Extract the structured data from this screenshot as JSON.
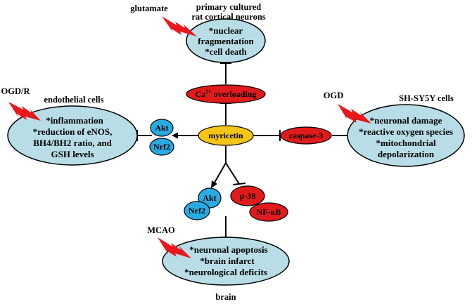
{
  "colors": {
    "effect_fill": "#b8dde6",
    "red_node": "#e01b1b",
    "blue_node": "#29abe2",
    "yellow_node": "#f5c518",
    "lightning": "#e8181c",
    "line": "#000000"
  },
  "center": {
    "label": "myricetin"
  },
  "top": {
    "context": [
      "primary cultured",
      "rat cortical neurons"
    ],
    "insult": "glutamate",
    "effects": [
      "*nuclear",
      "fragmentation",
      "*cell death"
    ],
    "mediator_main": "Ca",
    "mediator_sup": "2+",
    "mediator_rest": " overloading"
  },
  "left": {
    "context": "endothelial cells",
    "insult": "OGD/R",
    "activators": [
      "Akt",
      "Nrf2"
    ],
    "effects": [
      "*inflammation",
      "*reduction of eNOS,",
      "BH4/BH2 ratio, and",
      "GSH levels"
    ]
  },
  "right": {
    "context": "SH-SY5Y cells",
    "insult": "OGD",
    "mediator": "caspase-3",
    "effects": [
      "*neuronal damage",
      "*reactive oxygen species",
      "*mitochondrial",
      "depolarization"
    ]
  },
  "bottom": {
    "context": "brain",
    "insult": "MCAO",
    "activators": [
      "Akt",
      "Nrf2"
    ],
    "inhibited": [
      "p-38",
      "NF-κB"
    ],
    "effects": [
      "*neuronal apoptosis",
      "*brain infarct",
      "*neurological deficits"
    ]
  }
}
